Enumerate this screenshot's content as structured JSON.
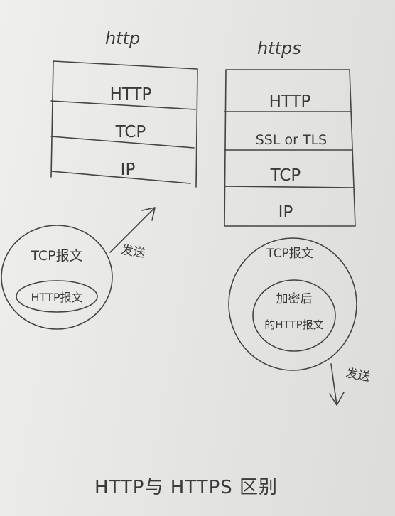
{
  "title": "HTTP与 HTTPS 区别",
  "http_stack": {
    "heading": "http",
    "layers": [
      "HTTP",
      "TCP",
      "IP"
    ],
    "packet_outer": "TCP报文",
    "packet_inner": "HTTP报文",
    "send_label": "发送"
  },
  "https_stack": {
    "heading": "https",
    "layers": [
      "HTTP",
      "SSL or TLS",
      "TCP",
      "IP"
    ],
    "packet_outer": "TCP报文",
    "packet_inner_line1": "加密后",
    "packet_inner_line2": "的HTTP报文",
    "send_label": "发送"
  },
  "colors": {
    "ink": "#3a3a3a",
    "paper": "#ecebe9"
  }
}
